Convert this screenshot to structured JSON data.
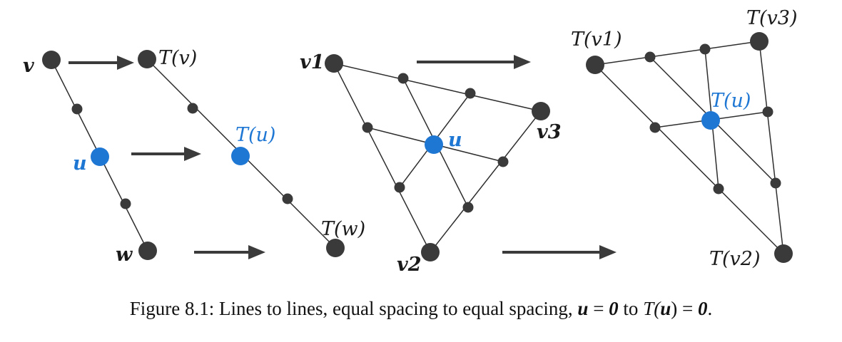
{
  "labels": {
    "left": {
      "v": "v",
      "w": "w",
      "u": "u",
      "Tv": "T(v)",
      "Tu": "T(u)",
      "Tw": "T(w)"
    },
    "right": {
      "v1": "v1",
      "v2": "v2",
      "v3": "v3",
      "u": "u",
      "Tv1": "T(v1)",
      "Tv2": "T(v2)",
      "Tv3": "T(v3)",
      "Tu": "T(u)"
    }
  },
  "caption": {
    "prefix": "Figure 8.1: Lines to lines, equal spacing to equal spacing, ",
    "u": "u",
    "eq": " = ",
    "zero": "0",
    "to": " to ",
    "Tprefix": "T(",
    "Tsuffix": ") = ",
    "zero2": "0",
    "end": "."
  },
  "colors": {
    "center": "#1f77d4",
    "dots": "#3a3a3a",
    "edges": "#2e2e2e"
  }
}
